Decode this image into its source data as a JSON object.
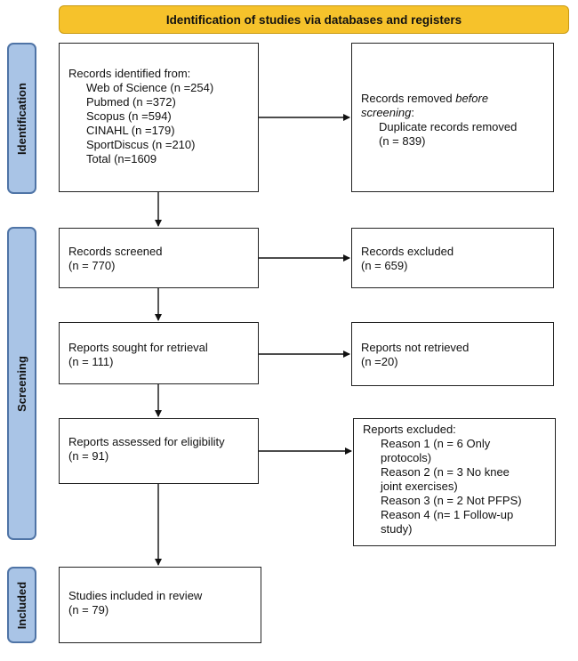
{
  "banner": "Identification of studies via databases and registers",
  "phases": {
    "identification": "Identification",
    "screening": "Screening",
    "included": "Included"
  },
  "identified": {
    "heading": "Records identified from:",
    "sources": [
      "Web of Science (n =254)",
      "Pubmed (n =372)",
      "Scopus (n =594)",
      "CINAHL (n =179)",
      "SportDiscus (n =210)",
      "Total (n=1609"
    ]
  },
  "removed": {
    "line1": "Records removed ",
    "line1_em": "before",
    "line2_em": "screening",
    "line2": ":",
    "detail1": "Duplicate records removed",
    "detail2": "(n = 839)"
  },
  "screened": {
    "label": "Records screened",
    "count": "(n = 770)"
  },
  "excluded": {
    "label": "Records excluded",
    "count": "(n = 659)"
  },
  "sought": {
    "label": "Reports sought for retrieval",
    "count": "(n = 111)"
  },
  "not_retrieved": {
    "label": "Reports not retrieved",
    "count": "(n =20)"
  },
  "assessed": {
    "label": "Reports assessed for eligibility",
    "count": "(n = 91)"
  },
  "reports_excluded": {
    "heading": "Reports excluded:",
    "reasons": [
      "Reason 1 (n = 6 Only",
      "protocols)",
      "Reason 2 (n = 3 No knee",
      "joint exercises)",
      "Reason 3 (n = 2 Not PFPS)",
      "Reason 4 (n= 1 Follow-up",
      "study)"
    ]
  },
  "included": {
    "label": "Studies included in review",
    "count": "(n = 79)"
  }
}
